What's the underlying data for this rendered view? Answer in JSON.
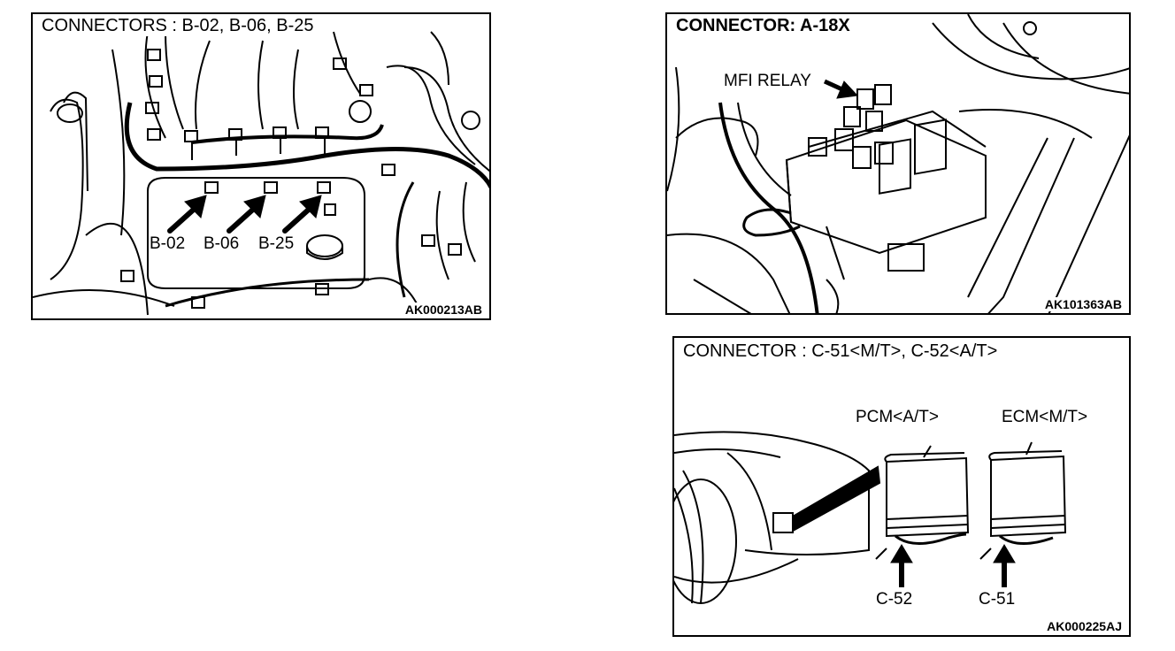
{
  "panels": {
    "b": {
      "title": "CONNECTORS : B-02, B-06, B-25",
      "code": "AK000213AB",
      "labels": [
        "B-02",
        "B-06",
        "B-25"
      ]
    },
    "a": {
      "title": "CONNECTOR: A-18X",
      "code": "AK101363AB",
      "relay_label": "MFI RELAY"
    },
    "c": {
      "title": "CONNECTOR : C-51<M/T>, C-52<A/T>",
      "code": "AK000225AJ",
      "pcm_label": "PCM<A/T>",
      "ecm_label": "ECM<M/T>",
      "c52_label": "C-52",
      "c51_label": "C-51"
    }
  }
}
